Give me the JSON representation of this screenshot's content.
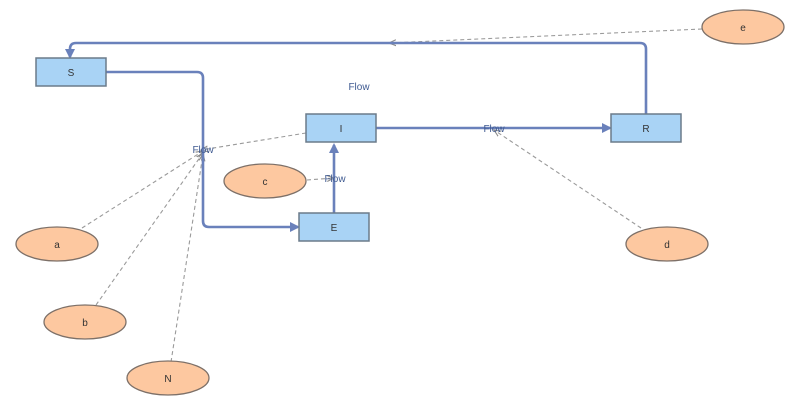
{
  "diagram": {
    "nodes": {
      "S": "S",
      "I": "I",
      "R": "R",
      "E": "E"
    },
    "annotations": {
      "a": "a",
      "b": "b",
      "c": "c",
      "d": "d",
      "e": "e",
      "N": "N"
    },
    "flow_labels": {
      "top": "Flow",
      "s_to_e": "Flow",
      "i_to_r": "Flow",
      "e_to_i": "Flow"
    },
    "edges": [
      {
        "from": "S",
        "to": "E",
        "kind": "flow",
        "label": "Flow"
      },
      {
        "from": "E",
        "to": "I",
        "kind": "flow",
        "label": "Flow"
      },
      {
        "from": "I",
        "to": "R",
        "kind": "flow",
        "label": "Flow"
      },
      {
        "from": "R",
        "to": "S",
        "kind": "flow"
      },
      {
        "from": "a",
        "to": "S-E flow",
        "kind": "dashed"
      },
      {
        "from": "b",
        "to": "S-E flow",
        "kind": "dashed"
      },
      {
        "from": "N",
        "to": "S-E flow",
        "kind": "dashed"
      },
      {
        "from": "I",
        "to": "S-E flow",
        "kind": "dashed"
      },
      {
        "from": "c",
        "to": "E-I flow",
        "kind": "dashed"
      },
      {
        "from": "d",
        "to": "I-R flow",
        "kind": "dashed"
      },
      {
        "from": "e",
        "to": "R-S flow",
        "kind": "dashed"
      }
    ],
    "colors": {
      "node_fill": "#a9d3f5",
      "annotation_fill": "#fdc8a0",
      "flow_edge": "#6a81bb",
      "dashed_edge": "#9a9a9a"
    }
  }
}
